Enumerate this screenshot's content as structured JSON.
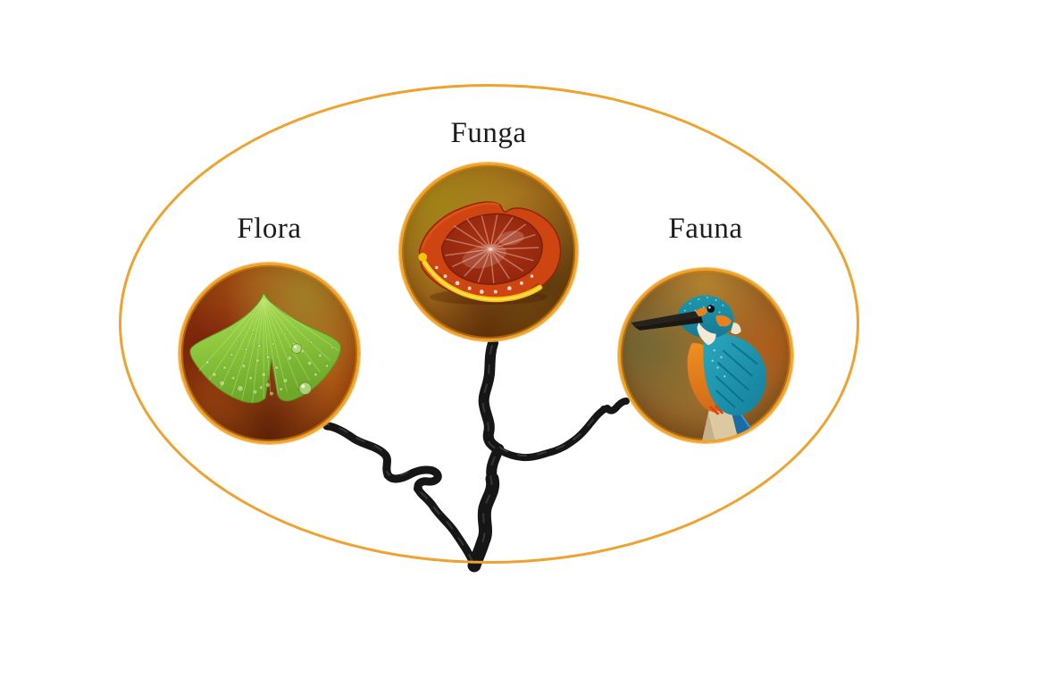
{
  "diagram": {
    "shape": "ellipse-domain-with-branching-tree",
    "nodes": [
      {
        "label": "Flora",
        "illustration": "ginkgo-leaf"
      },
      {
        "label": "Funga",
        "illustration": "reishi-mushroom"
      },
      {
        "label": "Fauna",
        "illustration": "kingfisher-bird"
      }
    ],
    "colors": {
      "accent_orange": "#EFA22E",
      "circle_border_inner": "#D8890F",
      "text": "#1C1C1C",
      "branch": "#161616",
      "background": "#FFFFFF"
    }
  }
}
